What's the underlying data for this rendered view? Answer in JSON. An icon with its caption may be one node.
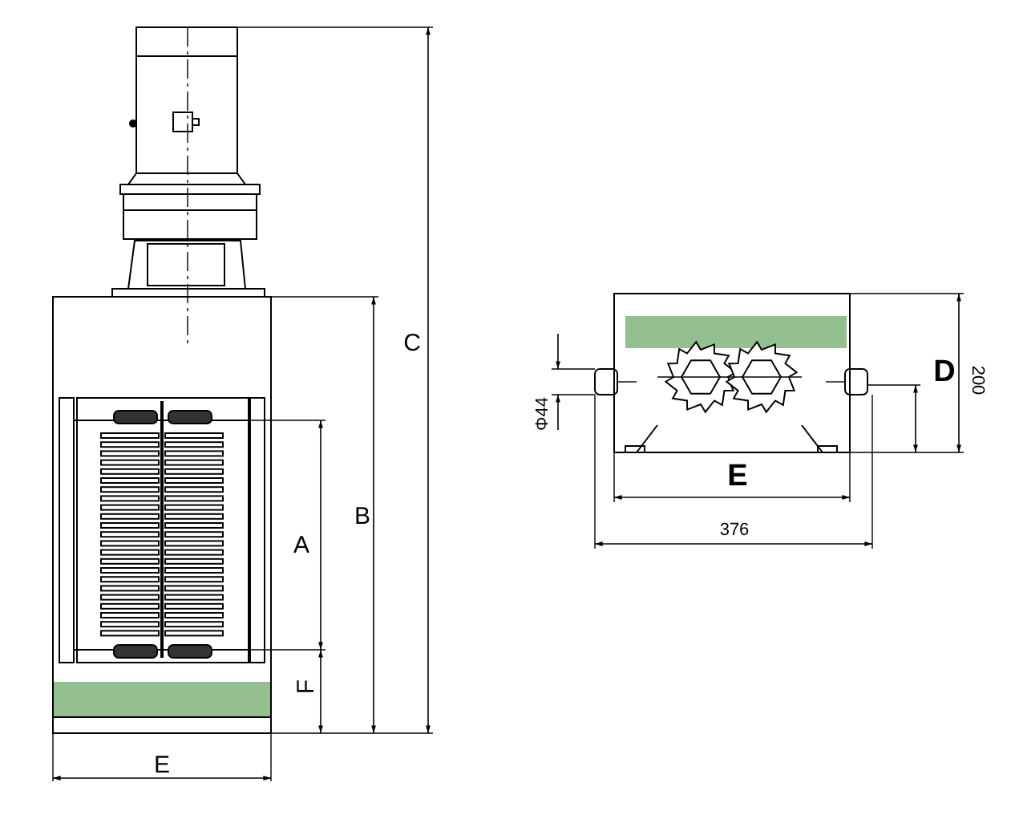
{
  "diagram": {
    "labels": [
      "C",
      "B",
      "A",
      "F",
      "E",
      "D",
      "200",
      "Φ44",
      "E",
      "376"
    ]
  }
}
